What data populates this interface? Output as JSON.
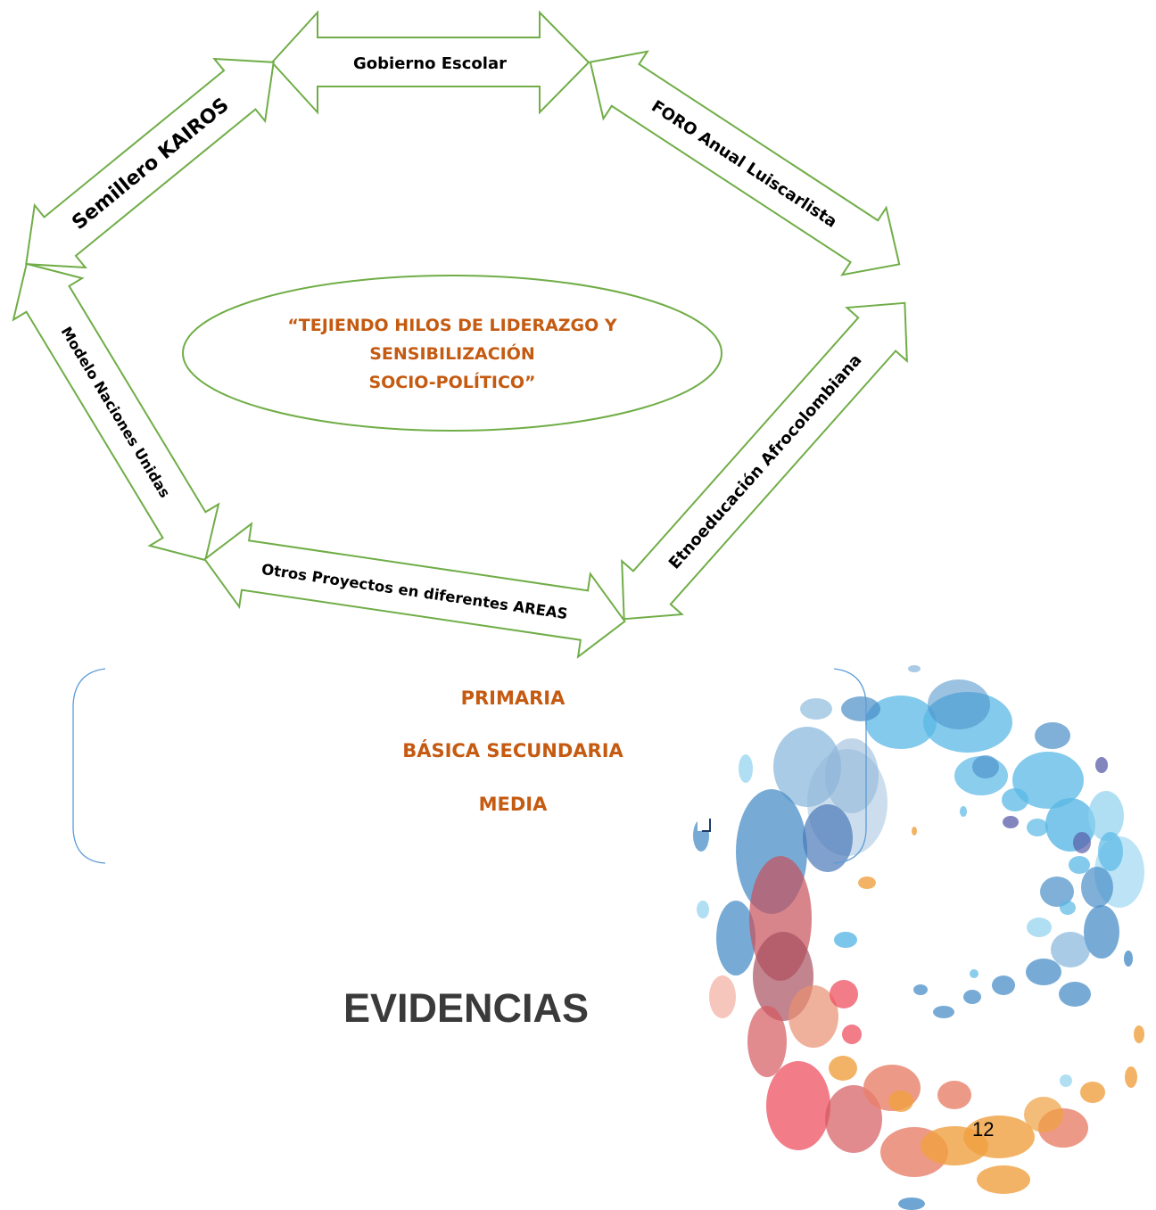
{
  "diagram": {
    "center_text": [
      "“TEJIENDO HILOS DE LIDERAZGO Y",
      "SENSIBILIZACIÓN",
      "SOCIO-POLÍTICO”"
    ],
    "arrows": {
      "top": "Gobierno Escolar",
      "upper_left": "Semillero KAIROS",
      "upper_right": "FORO Anual Luiscarlista",
      "lower_left": "Modelo Naciones Unidas",
      "lower_right": "Etnoeducación Afrocolombiana",
      "bottom": "Otros Proyectos en diferentes AREAS"
    },
    "colors": {
      "arrow_stroke": "#70AD47",
      "center_text": "#C55A11"
    }
  },
  "levels": [
    "PRIMARIA",
    "BÁSICA SECUNDARIA",
    "MEDIA"
  ],
  "heading": "EVIDENCIAS",
  "page_number": "12"
}
